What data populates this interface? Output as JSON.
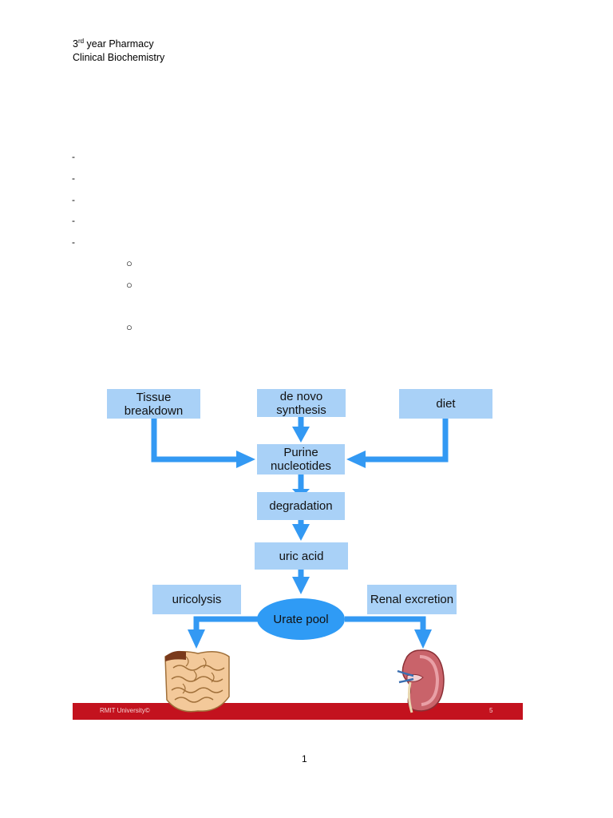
{
  "header": {
    "year_num": "3",
    "year_sup": "rd",
    "year_rest": " year Pharmacy",
    "subject": "Clinical Biochemistry"
  },
  "bullets": [
    "-",
    "-",
    "-",
    "-",
    "-"
  ],
  "sub_bullets": [
    "○",
    "○",
    "○"
  ],
  "diagram": {
    "tissue_line1": "Tissue",
    "tissue_line2": "breakdown",
    "denovo_line1": "de novo",
    "denovo_line2": "synthesis",
    "diet": "diet",
    "purine_line1": "Purine",
    "purine_line2": "nucleotides",
    "degradation": "degradation",
    "uric_acid": "uric acid",
    "uricolysis": "uricolysis",
    "urate_pool": "Urate pool",
    "renal_excretion": "Renal excretion",
    "arrow_color": "#3399f3",
    "box_color": "#a9d1f7",
    "ellipse_color": "#2f9bf5"
  },
  "slide_footer": {
    "left": "RMIT University©",
    "right": "5",
    "color": "#c3121e"
  },
  "page_number": "1"
}
